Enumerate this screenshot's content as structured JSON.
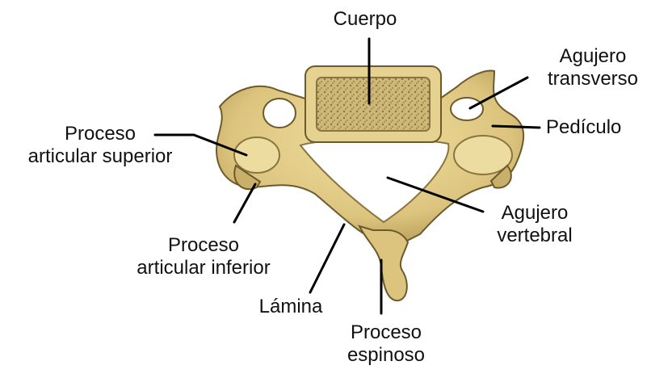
{
  "colors": {
    "bone": "#e2cf88",
    "bone_shadow": "#a8904c",
    "bone_dark": "#6d5a2c",
    "body_top": "#cdb878",
    "line": "#000000",
    "text": "#111111"
  },
  "labels": {
    "cuerpo": [
      "Cuerpo"
    ],
    "agujero_transverso": [
      "Agujero",
      "transverso"
    ],
    "pediculo": [
      "Pedículo"
    ],
    "proceso_articular_superior": [
      "Proceso",
      "articular superior"
    ],
    "agujero_vertebral": [
      "Agujero",
      "vertebral"
    ],
    "proceso_articular_inferior": [
      "Proceso",
      "articular inferior"
    ],
    "lamina": [
      "Lámina"
    ],
    "proceso_espinoso": [
      "Proceso",
      "espinoso"
    ]
  }
}
